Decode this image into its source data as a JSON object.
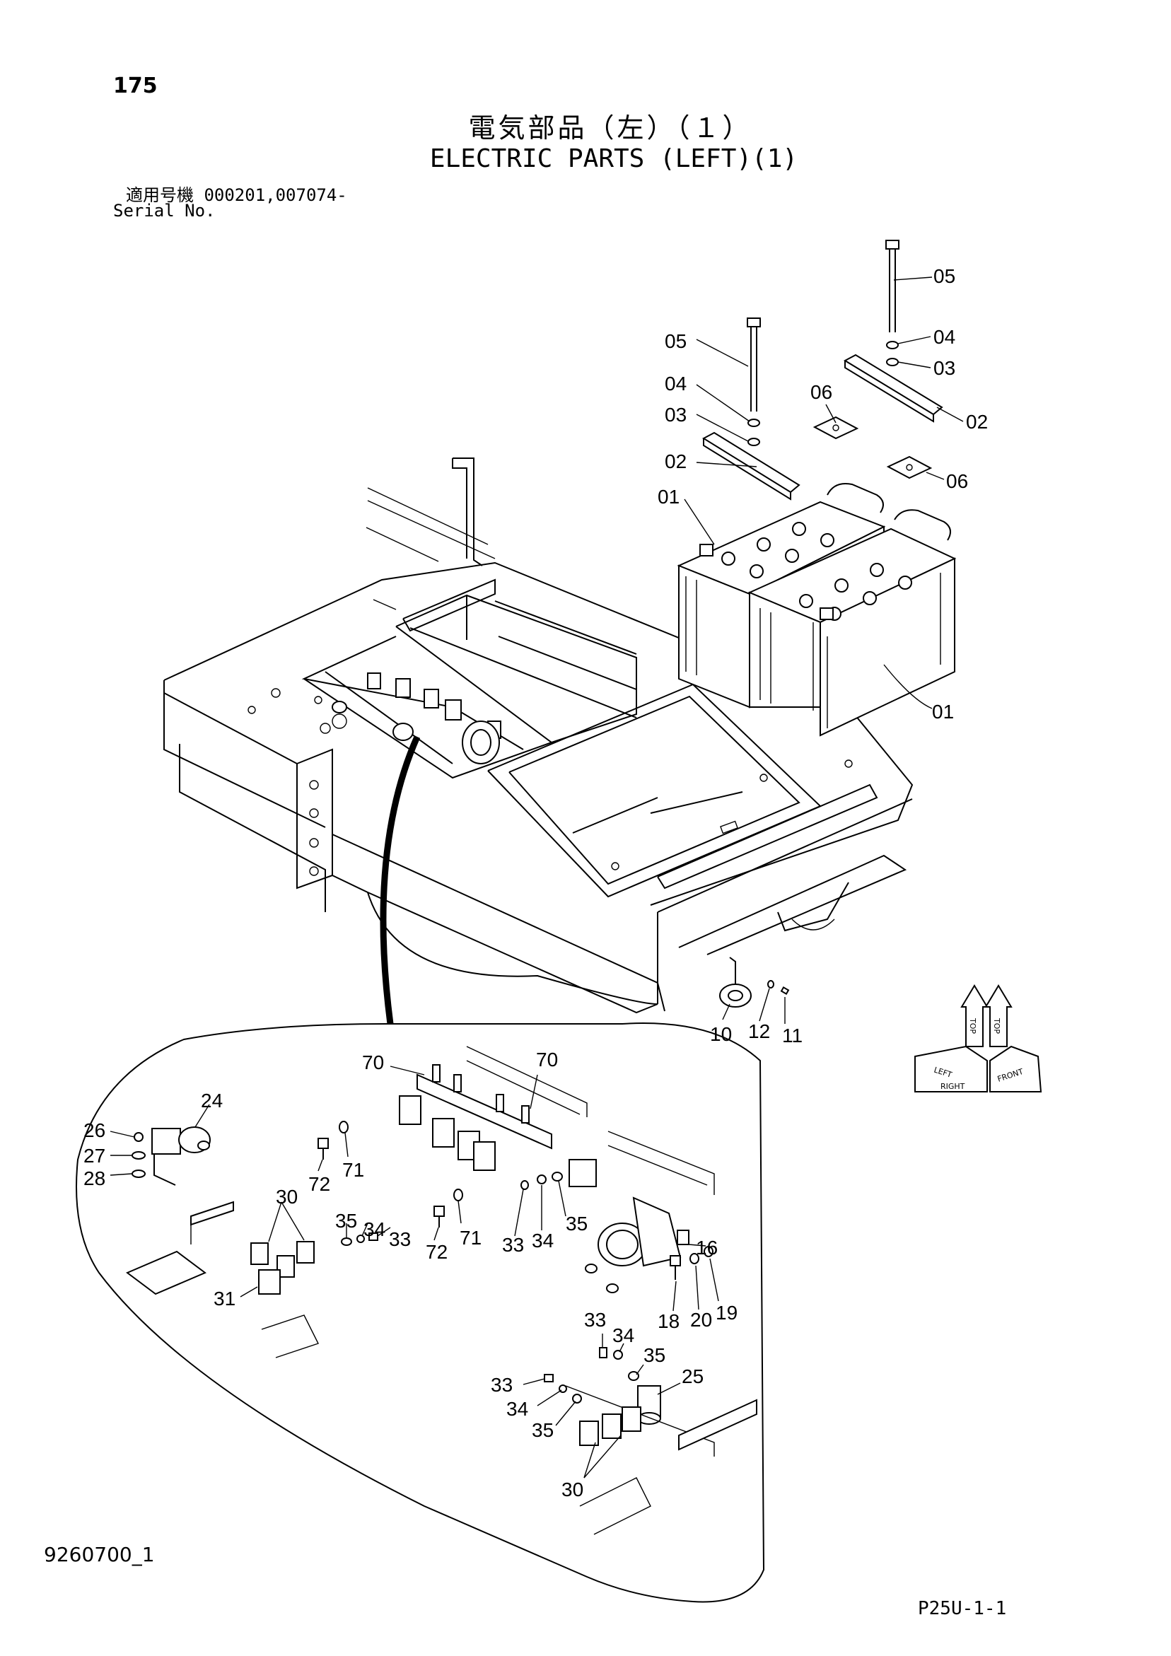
{
  "header": {
    "page_number": "175",
    "title_jp": "電気部品（左）（１）",
    "title_en": "ELECTRIC PARTS (LEFT)(1)",
    "serial_label_jp": "適用号機",
    "serial_value": "000201,007074-",
    "serial_label_en": "Serial No."
  },
  "footer": {
    "drawing_code": "9260700_1",
    "sheet_code": "P25U-1-1"
  },
  "orientation_indicator": {
    "labels": [
      "TOP",
      "TOP",
      "LEFT",
      "RIGHT",
      "FRONT"
    ]
  },
  "callouts": {
    "c05a": "05",
    "c04a": "04",
    "c03a": "03",
    "c02a": "02",
    "c06a": "06",
    "c05b": "05",
    "c04b": "04",
    "c03b": "03",
    "c02b": "02",
    "c06b": "06",
    "c01a": "01",
    "c01b": "01",
    "c10": "10",
    "c12": "12",
    "c11": "11",
    "c70a": "70",
    "c70b": "70",
    "c24": "24",
    "c26": "26",
    "c27": "27",
    "c28": "28",
    "c72a": "72",
    "c71a": "71",
    "c72b": "72",
    "c71b": "71",
    "c30a": "30",
    "c35a": "35",
    "c34a": "34",
    "c33a": "33",
    "c31": "31",
    "c33b": "33",
    "c34b": "34",
    "c35b": "35",
    "c16": "16",
    "c18": "18",
    "c20": "20",
    "c19": "19",
    "c33c": "33",
    "c34c": "34",
    "c35c": "35",
    "c25": "25",
    "c33d": "33",
    "c34d": "34",
    "c35d": "35",
    "c30b": "30"
  }
}
